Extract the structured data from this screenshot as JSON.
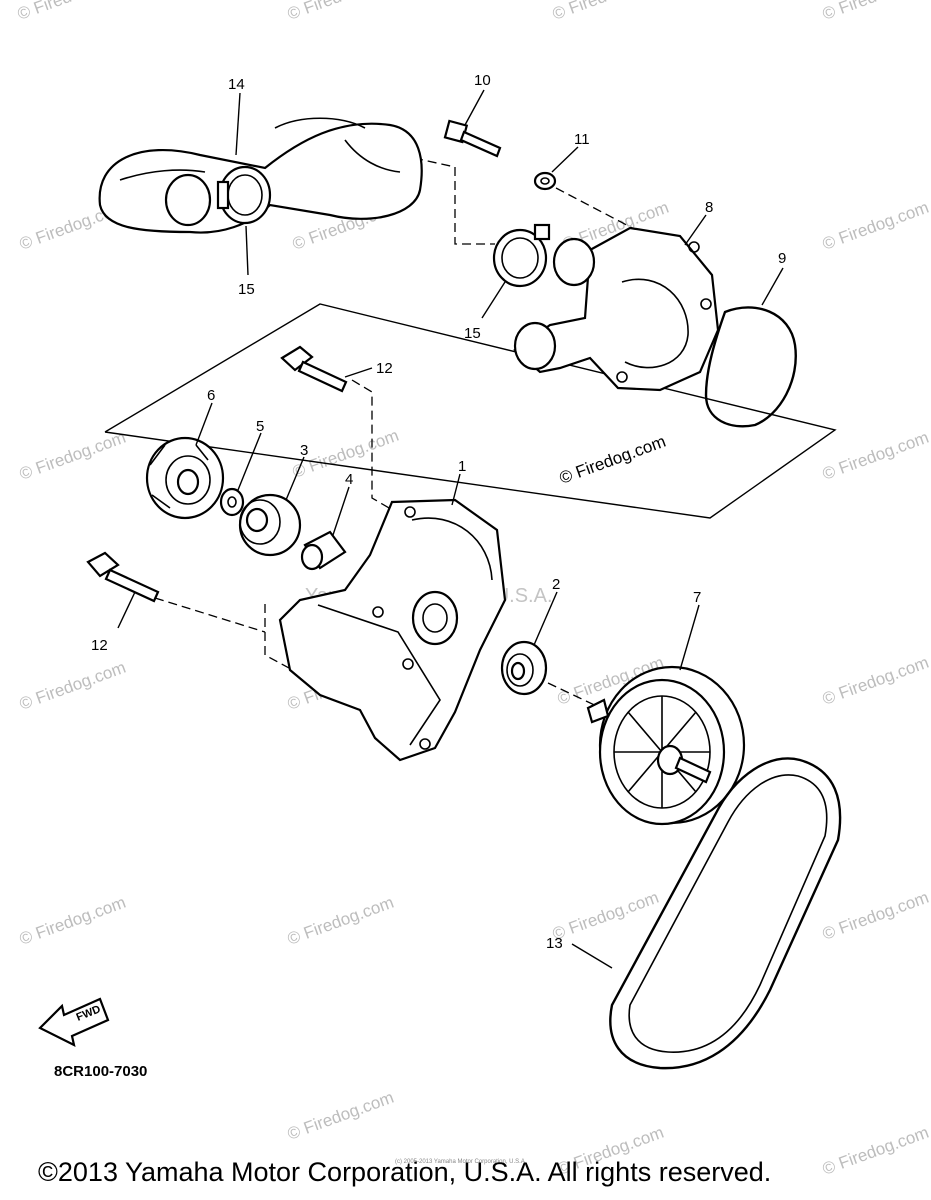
{
  "diagram": {
    "callouts": [
      "1",
      "2",
      "3",
      "4",
      "5",
      "6",
      "7",
      "8",
      "9",
      "10",
      "11",
      "12",
      "13",
      "14",
      "15"
    ],
    "fwd_label": "FWD",
    "drawing_code": "8CR100-7030"
  },
  "watermark": {
    "text": "© Firedog.com",
    "faint_text": "Yamaha Motor Corp, U.S.A."
  },
  "footer": {
    "copyright": "©2013 Yamaha Motor Corporation, U.S.A. All rights reserved.",
    "tiny_notice": "(c) 2005-2013 Yamaha Motor Corporation, U.S.A."
  }
}
